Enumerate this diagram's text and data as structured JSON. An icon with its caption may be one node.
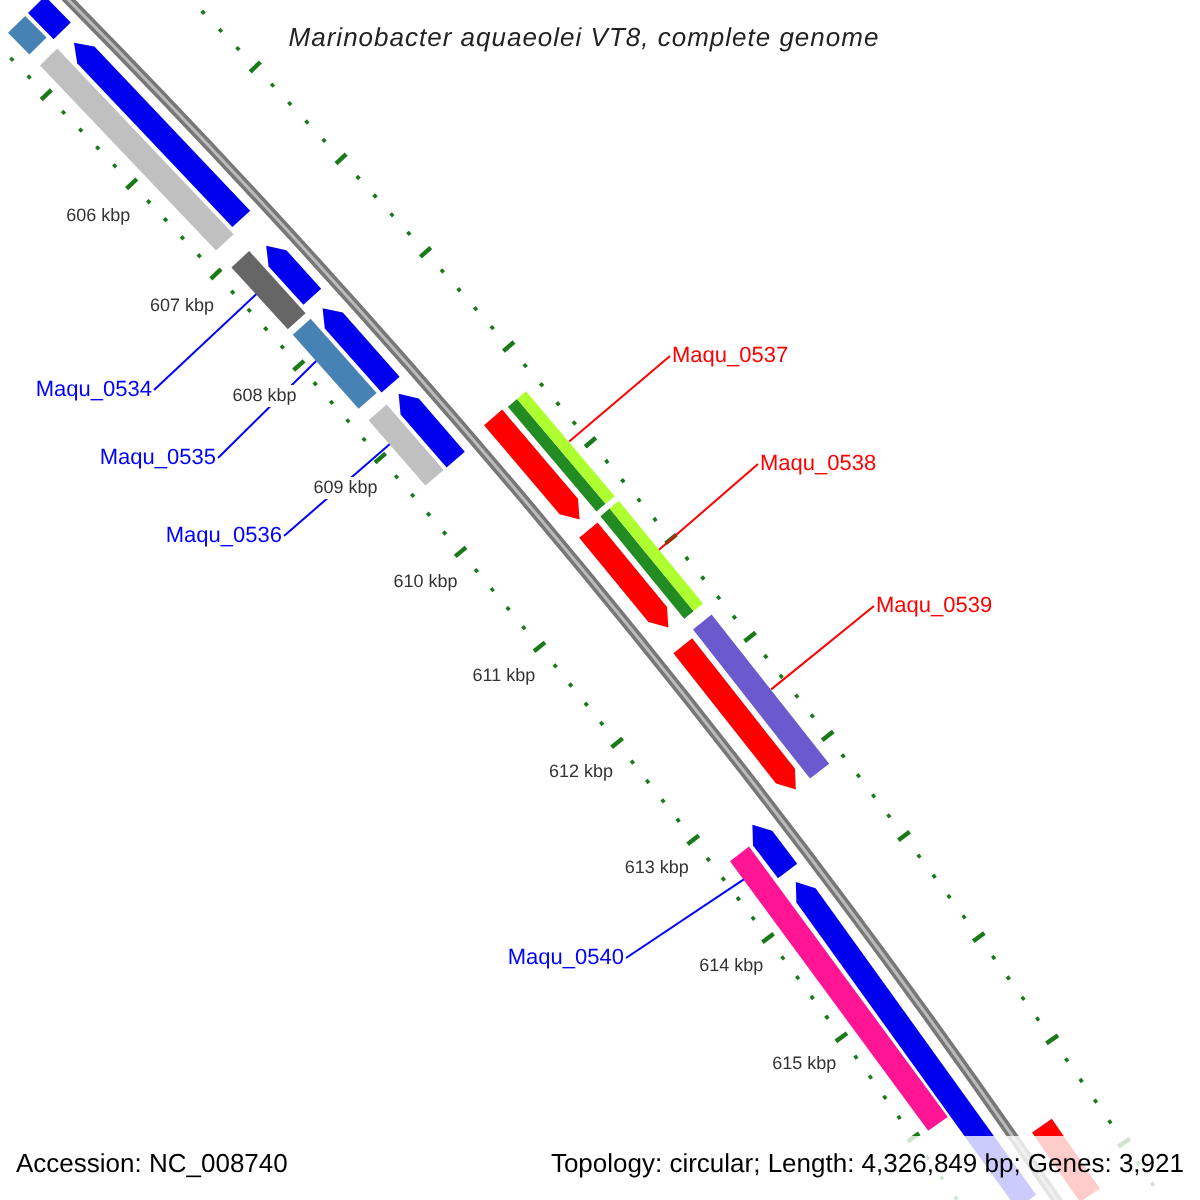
{
  "diagram": {
    "title": "Marinobacter aquaeolei VT8, complete genome",
    "nodes": [
      {
        "text": [
          "Maqu_0534"
        ]
      },
      {
        "text": [
          "Maqu_0535"
        ]
      },
      {
        "text": [
          "Maqu_0536"
        ]
      },
      {
        "text": [
          "Maqu_0537"
        ]
      },
      {
        "text": [
          "Maqu_0538"
        ]
      },
      {
        "text": [
          "Maqu_0539"
        ]
      },
      {
        "text": [
          "Maqu_0540"
        ]
      },
      {
        "text": [],
        "shape": "bar"
      },
      {
        "text": [],
        "shape": "bar"
      },
      {
        "text": [],
        "shape": "bar"
      },
      {
        "text": [],
        "shape": "bar"
      },
      {
        "text": [],
        "shape": "bar"
      },
      {
        "text": [],
        "shape": "bar"
      },
      {
        "text": [],
        "shape": "bar"
      }
    ],
    "edges": [
      {
        "from": 0,
        "to": 7,
        "arrow": "none"
      },
      {
        "from": 1,
        "to": 8,
        "arrow": "none"
      },
      {
        "from": 2,
        "to": 9,
        "arrow": "none"
      },
      {
        "from": 3,
        "to": 10,
        "arrow": "none",
        "color": "#ff0000"
      },
      {
        "from": 4,
        "to": 11,
        "arrow": "none",
        "color": "#ff0000"
      },
      {
        "from": 5,
        "to": 12,
        "arrow": "none",
        "color": "#ff0000"
      },
      {
        "from": 6,
        "to": 13,
        "arrow": "none"
      }
    ],
    "labels": [
      "606 kbp",
      "607 kbp",
      "608 kbp",
      "609 kbp",
      "610 kbp",
      "611 kbp",
      "612 kbp",
      "613 kbp",
      "614 kbp",
      "615 kbp",
      "Accession: NC_008740",
      "Topology: circular; Length: 4,326,849 bp; Genes: 3,921"
    ]
  }
}
